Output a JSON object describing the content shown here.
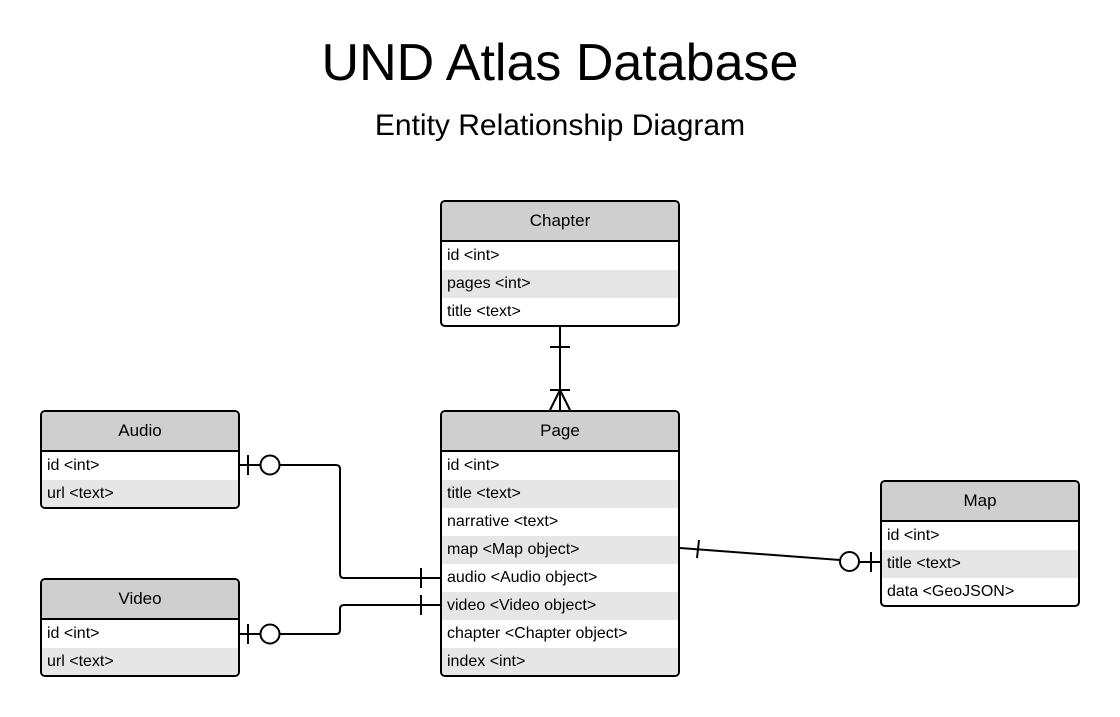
{
  "diagram": {
    "title": "UND Atlas Database",
    "subtitle": "Entity Relationship Diagram"
  },
  "entities": {
    "chapter": {
      "name": "Chapter",
      "fields": [
        "id <int>",
        "pages <int>",
        "title <text>"
      ]
    },
    "page": {
      "name": "Page",
      "fields": [
        "id <int>",
        "title <text>",
        "narrative <text>",
        "map <Map object>",
        "audio <Audio object>",
        "video <Video object>",
        "chapter <Chapter object>",
        "index <int>"
      ]
    },
    "audio": {
      "name": "Audio",
      "fields": [
        "id <int>",
        "url <text>"
      ]
    },
    "video": {
      "name": "Video",
      "fields": [
        "id <int>",
        "url <text>"
      ]
    },
    "map": {
      "name": "Map",
      "fields": [
        "id <int>",
        "title <text>",
        "data <GeoJSON>"
      ]
    }
  },
  "relationships": [
    {
      "from": "Chapter",
      "to": "Page",
      "from_cardinality": "one",
      "to_cardinality": "many"
    },
    {
      "from": "Audio",
      "to": "Page",
      "from_cardinality": "zero-or-one",
      "to_cardinality": "one"
    },
    {
      "from": "Video",
      "to": "Page",
      "from_cardinality": "zero-or-one",
      "to_cardinality": "one"
    },
    {
      "from": "Page",
      "to": "Map",
      "from_cardinality": "one",
      "to_cardinality": "zero-or-one"
    }
  ]
}
